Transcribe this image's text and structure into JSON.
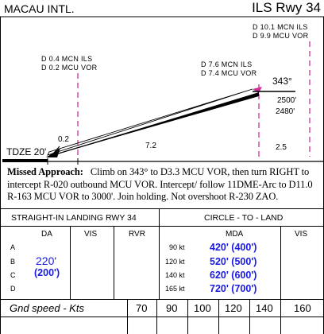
{
  "header": {
    "airport": "MACAU INTL.",
    "procedure": "ILS Rwy 34"
  },
  "profile": {
    "fix_left": [
      "D 0.4 MCN ILS",
      "D 0.2 MCU VOR"
    ],
    "fix_mid": [
      "D 7.6 MCN ILS",
      "D 7.4 MCU VOR"
    ],
    "fix_right": [
      "D 10.1 MCN ILS",
      "D 9.9 MCU VOR"
    ],
    "course": "343°",
    "alt_upper": "2500'",
    "alt_lower": "2480'",
    "tdze": "TDZE 20'",
    "seg_short": "0.2",
    "seg_main": "7.2",
    "seg_outer": "2.5"
  },
  "missed_approach": {
    "title": "Missed Approach:",
    "text": "Climb on 343° to D3.3 MCU VOR, then turn RIGHT to intercept R-020 outbound MCU VOR. Intercept/ follow 11DME-Arc to D11.0 R-163 MCU VOR to 3000'. Join holding. Not overshoot R-230 ZAO."
  },
  "minima": {
    "straight_in_title": "STRAIGHT-IN LANDING RWY 34",
    "circle_title": "CIRCLE - TO - LAND",
    "cols": {
      "da": "DA",
      "vis": "VIS",
      "rvr": "RVR",
      "mda": "MDA",
      "vis2": "VIS"
    },
    "categories": [
      "A",
      "B",
      "C",
      "D"
    ],
    "da_value": "220'",
    "da_height": "(200')",
    "circling": [
      {
        "speed": "90 kt",
        "mda": "420'  (400')"
      },
      {
        "speed": "120 kt",
        "mda": "520'  (500')"
      },
      {
        "speed": "140 kt",
        "mda": "620'  (600')"
      },
      {
        "speed": "165 kt",
        "mda": "720'  (700')"
      }
    ]
  },
  "groundspeed": {
    "label": "Gnd speed - Kts",
    "values": [
      "70",
      "90",
      "100",
      "120",
      "140",
      "160"
    ]
  }
}
